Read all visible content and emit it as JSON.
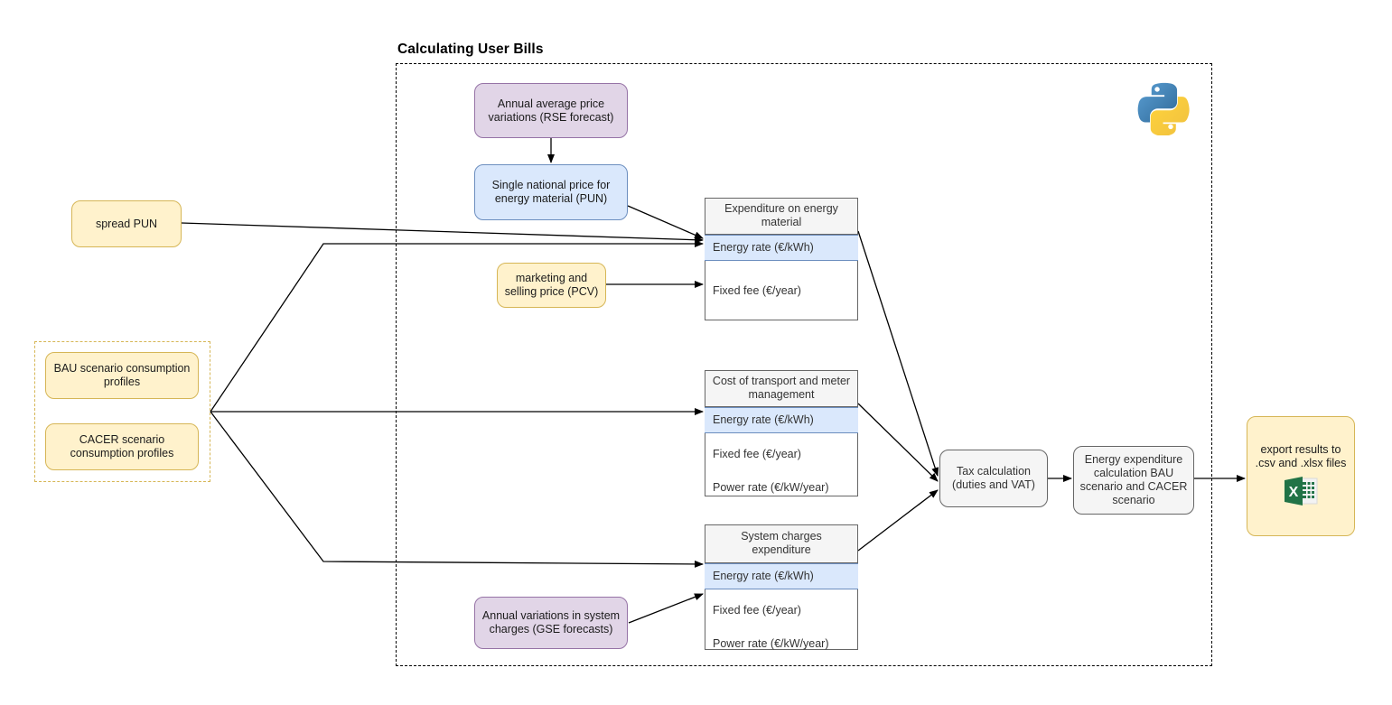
{
  "diagram": {
    "title": "Calculating User Bills",
    "colors": {
      "yellow_fill": "#fff2cc",
      "yellow_stroke": "#d6b656",
      "purple_fill": "#e1d5e7",
      "purple_stroke": "#9673a6",
      "blue_fill": "#dae8fc",
      "blue_stroke": "#6c8ebf",
      "grey_fill": "#f5f5f5",
      "grey_stroke": "#666666",
      "excel_green": "#217346",
      "python_blue": "#366c9e",
      "python_yellow": "#ffd champion"
    }
  },
  "nodes": {
    "spread_pun": "spread PUN",
    "bau_profiles": "BAU scenario consumption profiles",
    "cacer_profiles": "CACER scenario consumption profiles",
    "rse_forecast": "Annual average price variations (RSE forecast)",
    "pun": "Single national price for energy material (PUN)",
    "pcv": "marketing and selling price (PCV)",
    "gse_forecast": "Annual variations in system charges (GSE forecasts)",
    "tax_calculation": "Tax calculation (duties and VAT)",
    "energy_expenditure": "Energy expenditure calculation BAU scenario and CACER scenario",
    "export_results": "export results to .csv and .xlsx files"
  },
  "tables": [
    {
      "header": "Expenditure on energy material",
      "rows": [
        {
          "label": "Energy rate (€/kWh)",
          "highlight": true
        },
        {
          "label": "Fixed fee (€/year)",
          "highlight": false
        }
      ]
    },
    {
      "header": "Cost of transport and meter management",
      "rows": [
        {
          "label": "Energy rate (€/kWh)",
          "highlight": true
        },
        {
          "label": "Fixed fee (€/year)",
          "highlight": false
        },
        {
          "label": "Power rate (€/kW/year)",
          "highlight": false
        }
      ]
    },
    {
      "header": "System charges expenditure",
      "rows": [
        {
          "label": "Energy rate (€/kWh)",
          "highlight": true
        },
        {
          "label": "Fixed fee (€/year)",
          "highlight": false
        },
        {
          "label": "Power rate (€/kW/year)",
          "highlight": false
        }
      ]
    }
  ],
  "icons": {
    "python": "python-logo-icon",
    "excel": "excel-file-icon"
  }
}
